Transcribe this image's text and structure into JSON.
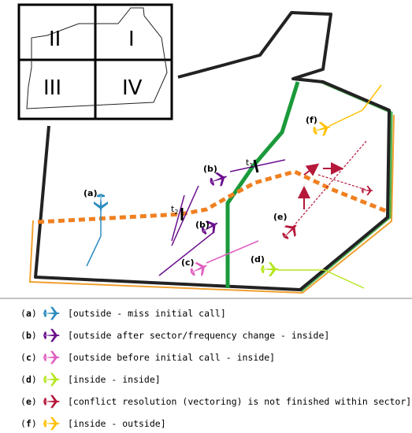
{
  "inset": {
    "quadrants": [
      "II",
      "I",
      "III",
      "IV"
    ]
  },
  "map": {
    "labels": {
      "a": "(a)",
      "b1": "(b)",
      "b2": "(b)",
      "c": "(c)",
      "d": "(d)",
      "e": "(e)",
      "f": "(f)",
      "t1": "t",
      "t1_sub": "1",
      "t2": "t",
      "t2_sub": "2"
    }
  },
  "legend": [
    {
      "key": "a",
      "paren_open": "(",
      "letter": "a",
      "paren_close": ")",
      "color": "#2b8cbf",
      "icon": "aircraft-icon",
      "text": "[outside - miss initial call]"
    },
    {
      "key": "b",
      "paren_open": "(",
      "letter": "b",
      "paren_close": ")",
      "color": "#6a0f8c",
      "icon": "aircraft-icon",
      "text": "[outside after sector/frequency change - inside]"
    },
    {
      "key": "c",
      "paren_open": "(",
      "letter": "c",
      "paren_close": ")",
      "color": "#e060c0",
      "icon": "aircraft-icon",
      "text": "[outside before initial call - inside]"
    },
    {
      "key": "d",
      "paren_open": "(",
      "letter": "d",
      "paren_close": ")",
      "color": "#b5e61d",
      "icon": "aircraft-icon",
      "text": "[inside - inside]"
    },
    {
      "key": "e",
      "paren_open": "(",
      "letter": "e",
      "paren_close": ")",
      "color": "#b5183a",
      "icon": "aircraft-icon",
      "text": "[conflict resolution (vectoring) is not finished within sector]"
    },
    {
      "key": "f",
      "paren_open": "(",
      "letter": "f",
      "paren_close": ")",
      "color": "#ffc000",
      "icon": "aircraft-icon",
      "text": "[inside - outside]"
    }
  ],
  "colors": {
    "border": "#222222",
    "sector_line": "#1a9a3a",
    "route": "#f08020",
    "outer_border": "#f0a030",
    "green_edge": "#4cb050"
  }
}
